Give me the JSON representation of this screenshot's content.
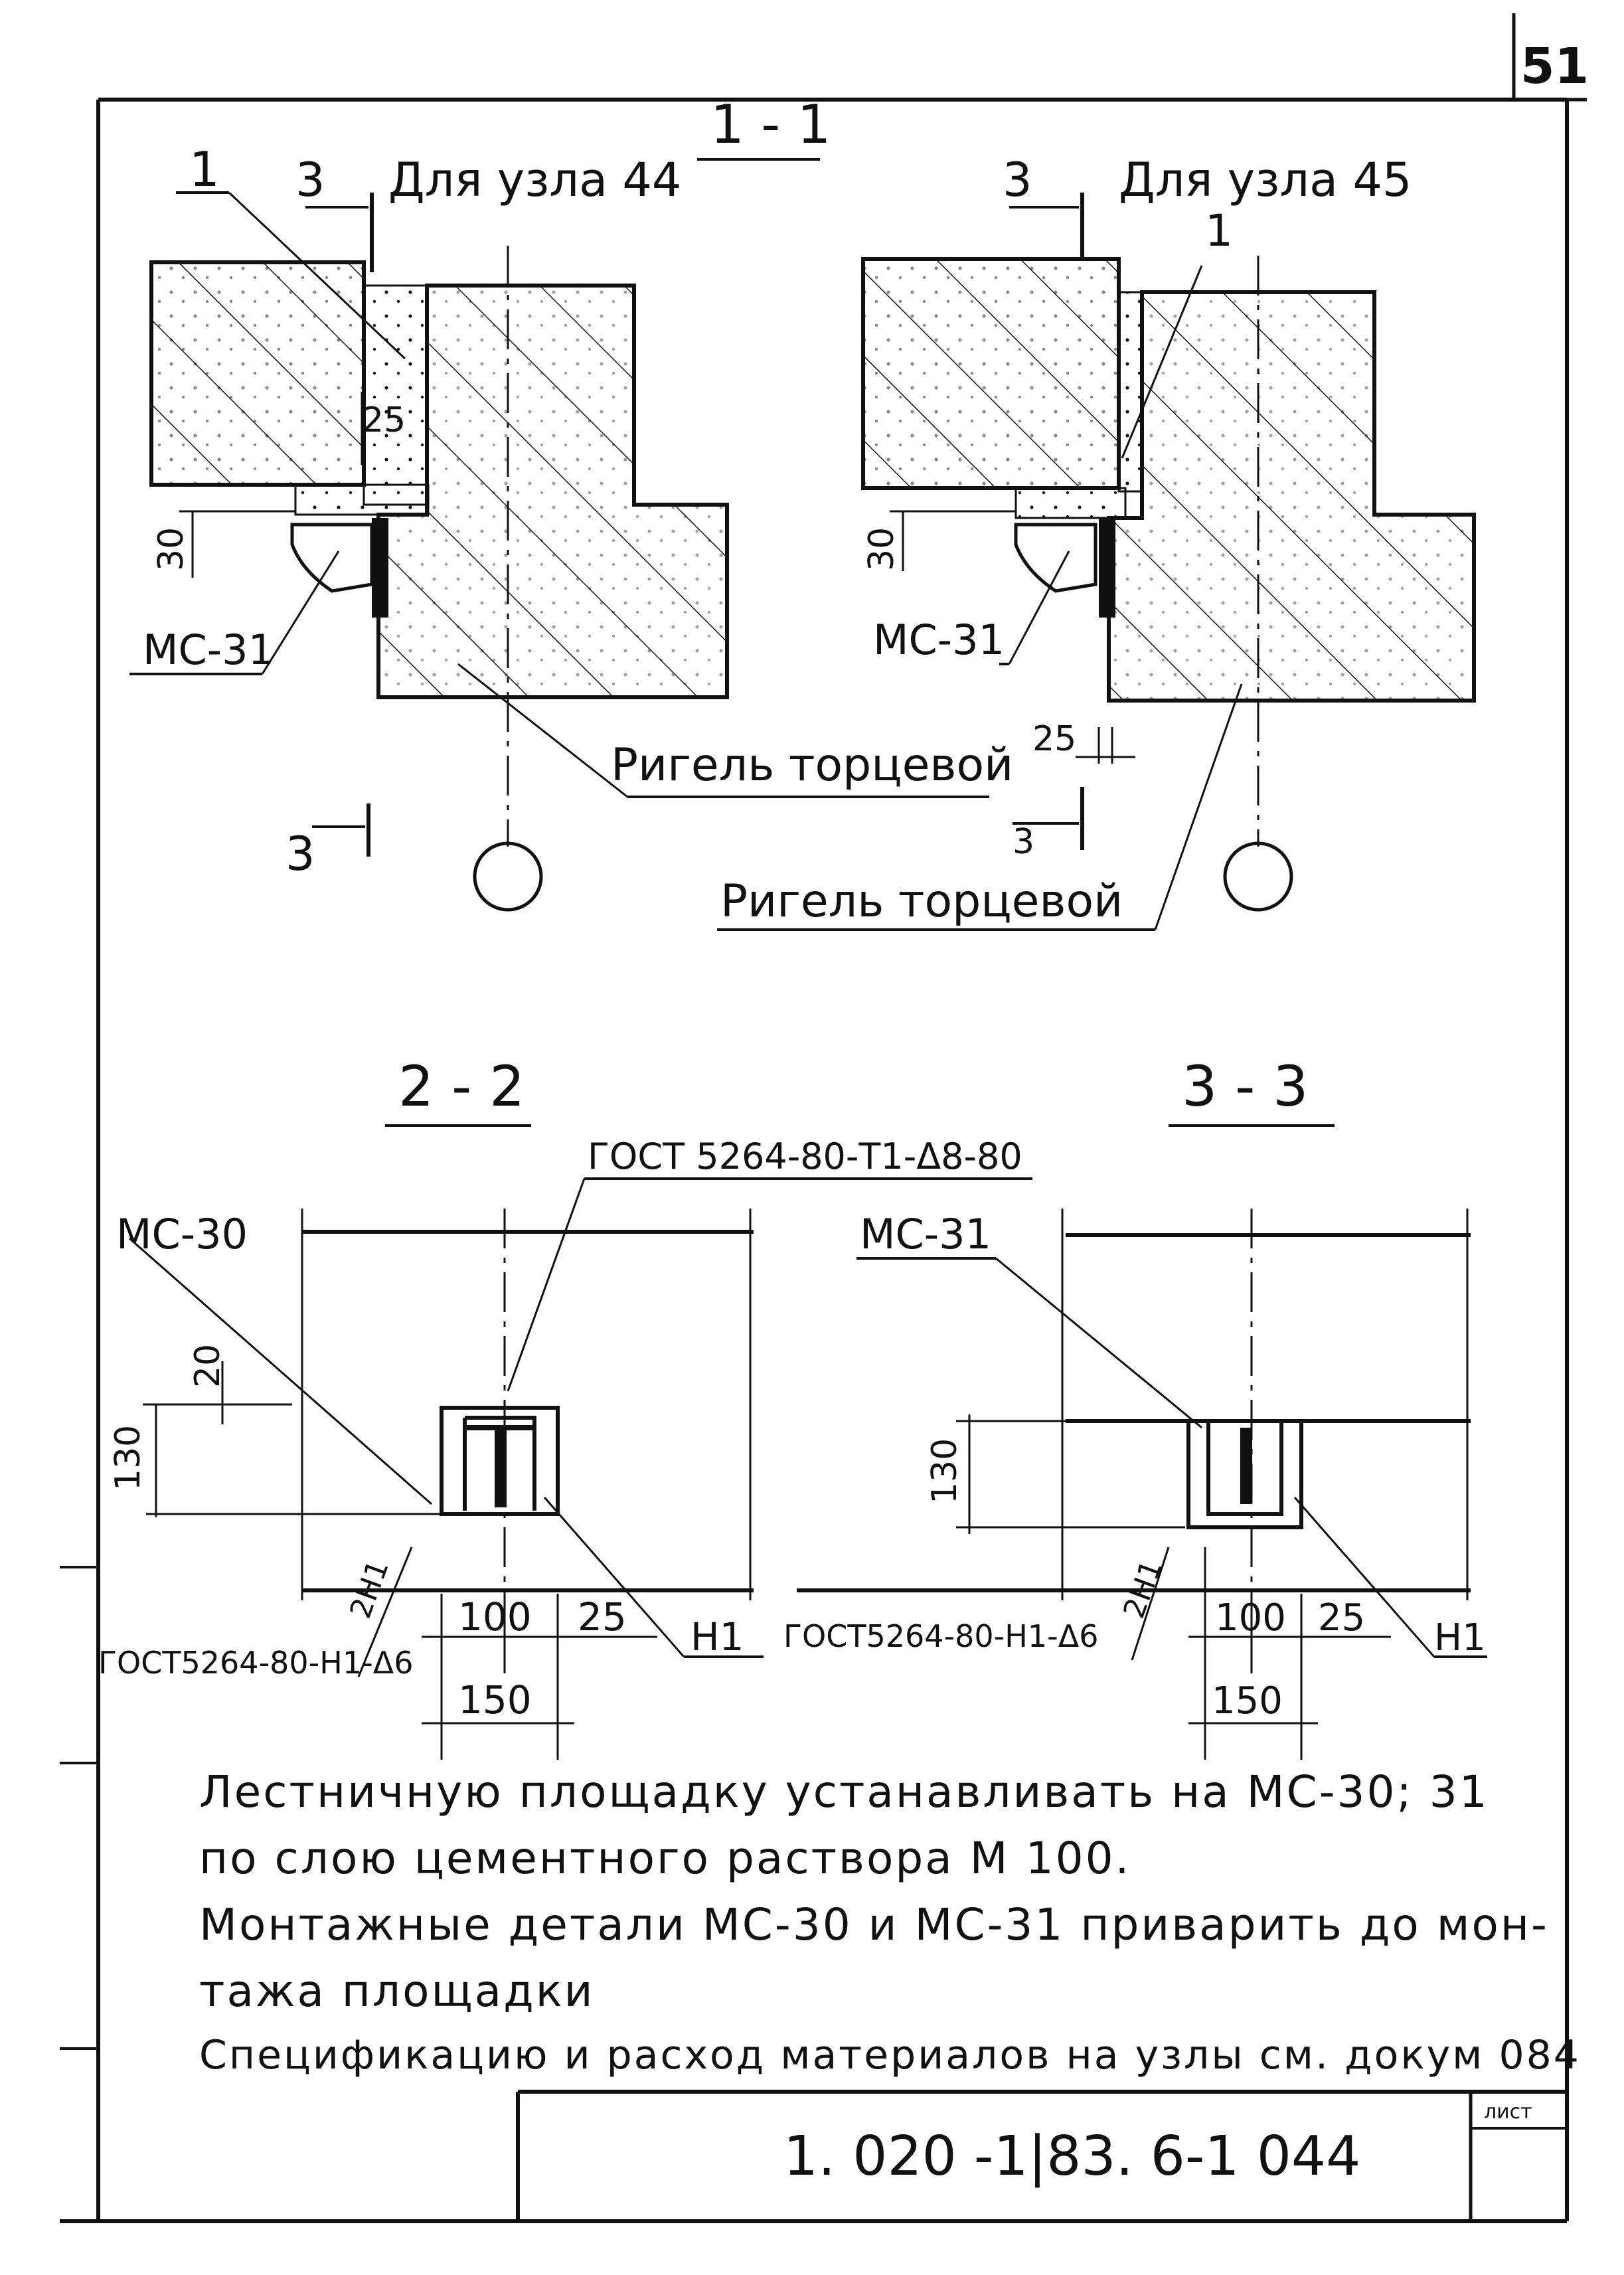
{
  "sheet": {
    "page_number": "51",
    "stamp_code": "1. 020 -1|83. 6-1  044",
    "stamp_corner": "лист"
  },
  "section_1_1": {
    "title": "1 - 1",
    "left": {
      "node_caption": "Для узла 44",
      "section_mark": "3",
      "callout_1": "1",
      "dim_25": "25",
      "dim_30": "30",
      "part_label": "MC-31",
      "beam_label": "Ригель торцевой",
      "section_mark_bottom": "3"
    },
    "right": {
      "node_caption": "Для узла 45",
      "section_mark": "3",
      "callout_1": "1",
      "dim_30": "30",
      "part_label": "MC-31",
      "dim_25": "25",
      "section_mark_bottom": "3",
      "beam_label": "Ригель торцевой"
    }
  },
  "section_2_2": {
    "title": "2 - 2",
    "gost_top": "ГОСТ 5264-80-Т1-Δ8-80",
    "part_label": "MC-30",
    "dim_20": "20",
    "dim_130": "130",
    "weld_mark": "2H1",
    "gost_bottom": "ГОСТ5264-80-Н1-Δ6",
    "dim_100": "100",
    "dim_25": "25",
    "dim_150": "150",
    "mark_h1": "Н1"
  },
  "section_3_3": {
    "title": "3 - 3",
    "part_label": "MC-31",
    "dim_130": "130",
    "weld_mark": "2H1",
    "gost_bottom": "ГОСТ5264-80-Н1-Δ6",
    "dim_100": "100",
    "dim_25": "25",
    "dim_150": "150",
    "mark_h1": "Н1"
  },
  "notes": [
    "Лестничную площадку устанавливать на МС-30; 31",
    "по слою цементного раствора М 100.",
    "Монтажные детали МС-30 и МС-31 приварить до мон-",
    "тажа площадки",
    "Спецификацию и расход материалов на узлы см. докум 084"
  ]
}
